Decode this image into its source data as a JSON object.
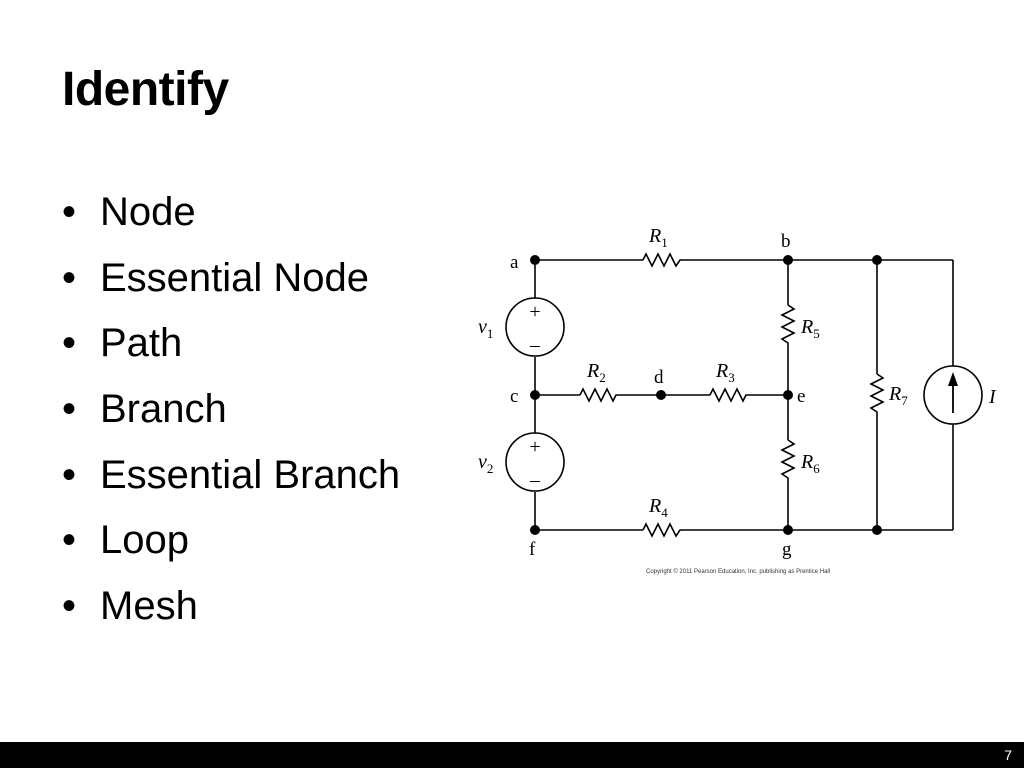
{
  "slide": {
    "title": "Identify",
    "bullets": [
      "Node",
      "Essential Node",
      "Path",
      "Branch",
      "Essential Branch",
      "Loop",
      "Mesh"
    ],
    "page_number": "7"
  },
  "circuit": {
    "node_labels": {
      "a": "a",
      "b": "b",
      "c": "c",
      "d": "d",
      "e": "e",
      "f": "f",
      "g": "g"
    },
    "resistors": {
      "R1": {
        "base": "R",
        "sub": "1"
      },
      "R2": {
        "base": "R",
        "sub": "2"
      },
      "R3": {
        "base": "R",
        "sub": "3"
      },
      "R4": {
        "base": "R",
        "sub": "4"
      },
      "R5": {
        "base": "R",
        "sub": "5"
      },
      "R6": {
        "base": "R",
        "sub": "6"
      },
      "R7": {
        "base": "R",
        "sub": "7"
      }
    },
    "sources": {
      "v1": {
        "base": "v",
        "sub": "1"
      },
      "v2": {
        "base": "v",
        "sub": "2"
      },
      "I": "I"
    },
    "polarity": {
      "plus": "+",
      "minus": "–"
    },
    "copyright": "Copyright © 2011 Pearson Education, Inc. publishing as Prentice Hall"
  }
}
